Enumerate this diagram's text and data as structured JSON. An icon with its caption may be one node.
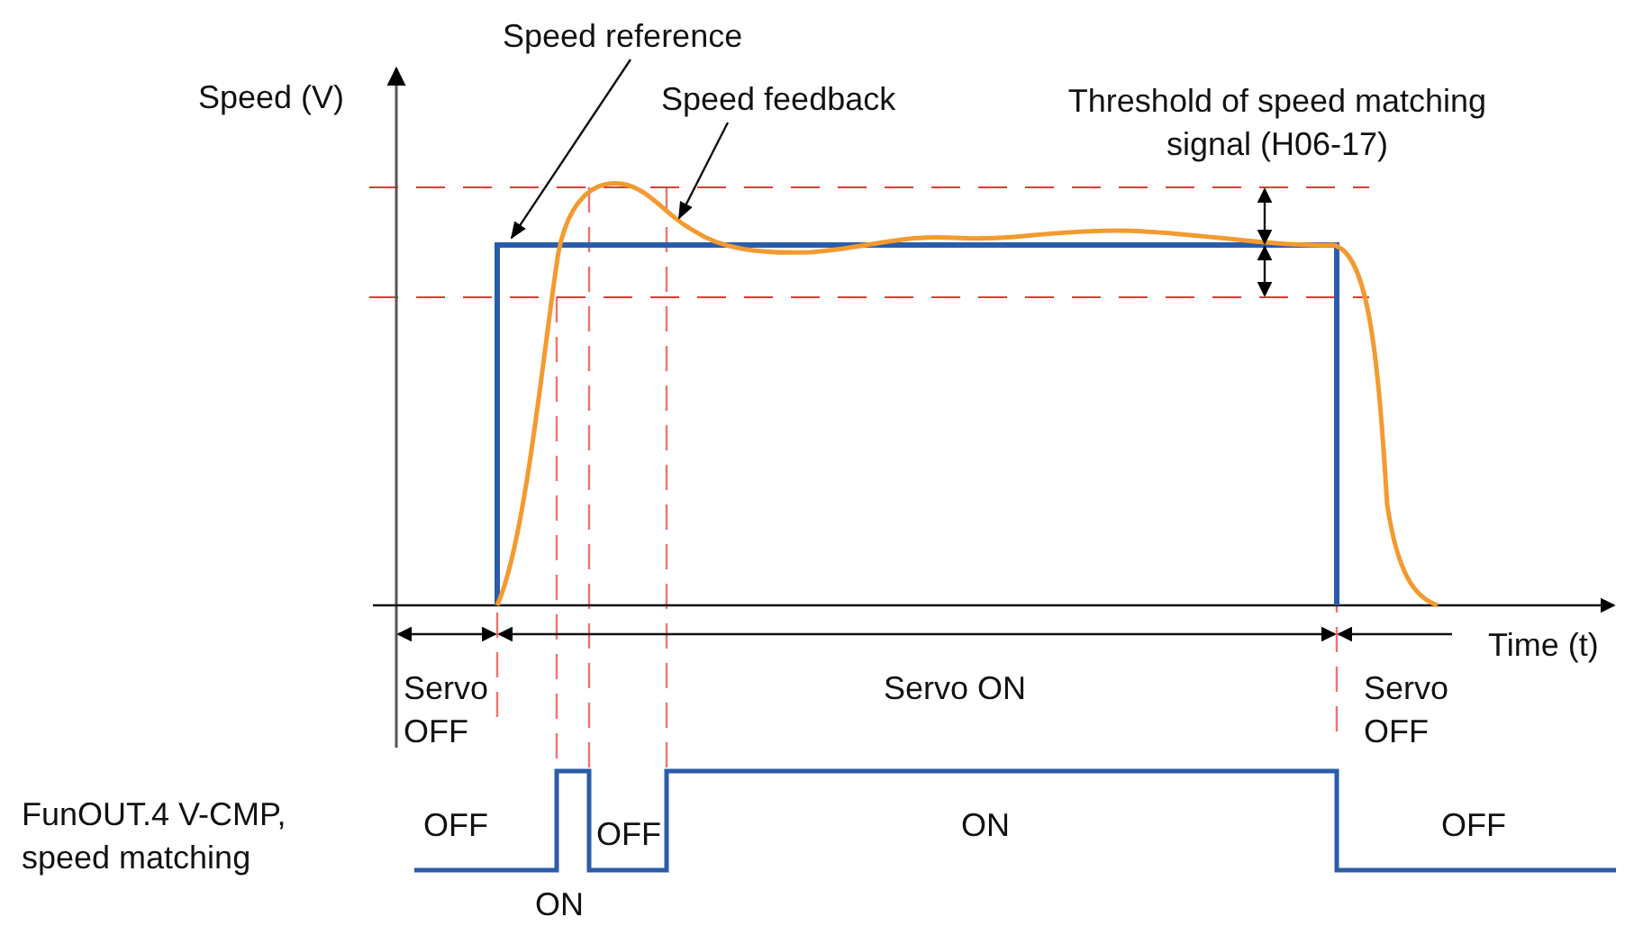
{
  "diagram": {
    "nodes": [
      {
        "text": [
          "Speed reference"
        ]
      },
      {
        "text": [
          "Speed feedback"
        ]
      }
    ],
    "edges": [
      {
        "from": 0,
        "to": null,
        "arrow": "to"
      },
      {
        "from": 1,
        "to": null,
        "arrow": "to"
      }
    ],
    "labels": [
      "Speed (V)",
      "Threshold of speed matching signal (H06-17)",
      "Time (t)",
      "Servo OFF",
      "Servo ON",
      "Servo OFF",
      "FunOUT.4 V-CMP, speed matching",
      "OFF",
      "OFF",
      "ON",
      "OFF",
      "ON"
    ]
  }
}
